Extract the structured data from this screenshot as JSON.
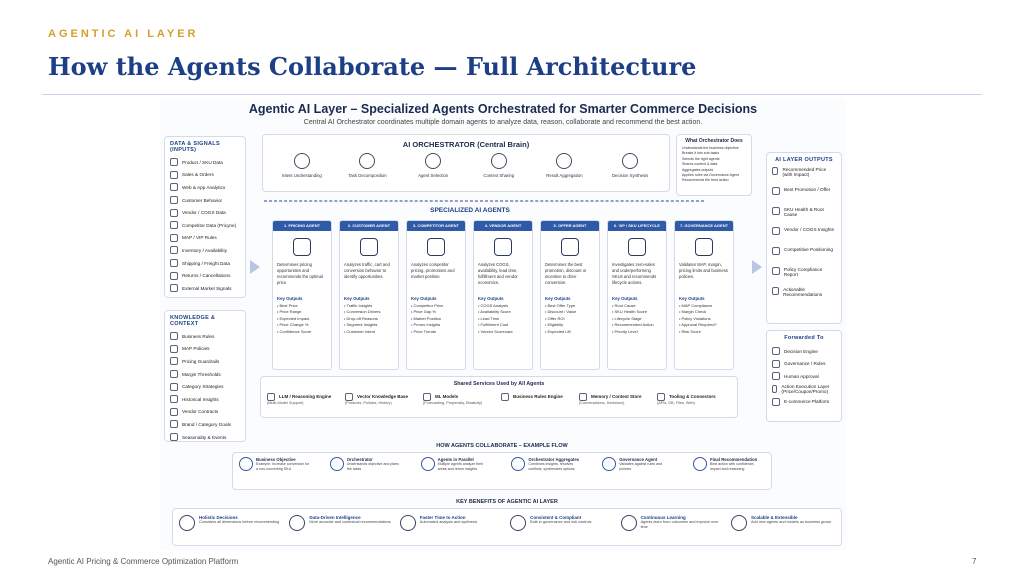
{
  "kicker": "AGENTIC AI LAYER",
  "title": "How the Agents Collaborate — Full Architecture",
  "footer": {
    "left": "Agentic AI Pricing & Commerce Optimization Platform",
    "page": "7"
  },
  "poster": {
    "title": "Agentic AI Layer – Specialized Agents Orchestrated for Smarter Commerce Decisions",
    "subtitle": "Central AI Orchestrator coordinates multiple domain agents to analyze data, reason, collaborate and recommend the best action.",
    "data_signals": {
      "heading": "DATA & SIGNALS (Inputs)",
      "items": [
        "Product / SKU Data",
        "Sales & Orders",
        "Web & App Analytics",
        "Customer Behavior",
        "Vendor / COGS Data",
        "Competitor Data (Pricyne)",
        "MAP / VIP Rules",
        "Inventory / Availability",
        "Shipping / Freight Data",
        "Returns / Cancellations",
        "External Market Signals"
      ]
    },
    "knowledge": {
      "heading": "KNOWLEDGE & CONTEXT",
      "items": [
        "Business Rules",
        "MAP Policies",
        "Pricing Guardrails",
        "Margin Thresholds",
        "Category Strategies",
        "Historical Insights",
        "Vendor Contracts",
        "Brand / Category Goals",
        "Seasonality & Events"
      ]
    },
    "orchestrator": {
      "heading": "AI ORCHESTRATOR (Central Brain)",
      "items": [
        "Intent Understanding",
        "Task Decomposition",
        "Agent Selection",
        "Context Sharing",
        "Result Aggregation",
        "Decision Synthesis"
      ]
    },
    "what_does": {
      "heading": "What Orchestrator Does",
      "items": [
        "Understands the business objective",
        "Breaks it into sub-tasks",
        "Selects the right agents",
        "Shares context & data",
        "Aggregates outputs",
        "Applies rules via Governance Agent",
        "Recommends the best action"
      ]
    },
    "specialized_heading": "SPECIALIZED AI AGENTS",
    "key_outputs_label": "Key Outputs",
    "agents": [
      {
        "name": "1. PRICING AGENT",
        "desc": "Determines pricing opportunities and recommends the optimal price.",
        "outputs": [
          "Best Price",
          "Price Range",
          "Expected Impact",
          "Price Change %",
          "Confidence Score"
        ]
      },
      {
        "name": "2. CUSTOMER AGENT",
        "desc": "Analyzes traffic, cart and conversion behavior to identify opportunities.",
        "outputs": [
          "Traffic Insights",
          "Conversion Drivers",
          "Drop-off Reasons",
          "Segment Insights",
          "Customer Intent"
        ]
      },
      {
        "name": "3. COMPETITOR AGENT",
        "desc": "Analyzes competitor pricing, promotions and market position.",
        "outputs": [
          "Competitor Price",
          "Price Gap %",
          "Market Position",
          "Promo Insights",
          "Price Trends"
        ]
      },
      {
        "name": "4. VENDOR AGENT",
        "desc": "Analyzes COGS, availability, lead time, fulfillment and vendor economics.",
        "outputs": [
          "COGS Analysis",
          "Availability Score",
          "Lead Time",
          "Fulfillment Cost",
          "Vendor Scorecard"
        ]
      },
      {
        "name": "5. OFFER AGENT",
        "desc": "Determines the best promotion, discount or incentive to drive conversion.",
        "outputs": [
          "Best Offer Type",
          "Discount / Value",
          "Offer ROI",
          "Eligibility",
          "Expected Lift"
        ]
      },
      {
        "name": "6. VIP / SKU LIFECYCLE AGENT",
        "desc": "Investigates zero-sales and underperforming SKUs and recommends lifecycle actions.",
        "outputs": [
          "Root Cause",
          "SKU Health Score",
          "Lifecycle Stage",
          "Recommended Action",
          "Priority Level"
        ]
      },
      {
        "name": "7. GOVERNANCE AGENT",
        "desc": "Validates MAP, margin, pricing limits and business policies.",
        "outputs": [
          "MAP Compliance",
          "Margin Check",
          "Policy Violations",
          "Approval Required?",
          "Risk Score"
        ]
      }
    ],
    "shared": {
      "heading": "Shared Services Used by All Agents",
      "items": [
        {
          "name": "LLM / Reasoning Engine",
          "sub": "(Multi-Model Support)"
        },
        {
          "name": "Vector Knowledge Base",
          "sub": "(Products, Policies, History)"
        },
        {
          "name": "ML Models",
          "sub": "(Forecasting, Propensity, Elasticity)"
        },
        {
          "name": "Business Rules Engine",
          "sub": ""
        },
        {
          "name": "Memory / Context Store",
          "sub": "(Conversations, Decisions)"
        },
        {
          "name": "Tooling & Connectors",
          "sub": "(APIs, DB, Files, Web)"
        }
      ]
    },
    "outputs": {
      "heading": "AI LAYER OUTPUTS",
      "items": [
        "Recommended Price (with Impact)",
        "Best Promotion / Offer",
        "SKU Health & Root Cause",
        "Vendor / COGS Insights",
        "Competitive Positioning",
        "Policy Compliance Report",
        "Actionable Recommendations"
      ]
    },
    "forwarded": {
      "heading": "Forwarded To",
      "items": [
        "Decision Engine",
        "Governance / Rules",
        "Human Approval",
        "Action Execution Layer (Price/Coupon/Promo)",
        "E-commerce Platform"
      ]
    },
    "flow": {
      "heading": "HOW AGENTS COLLABORATE – EXAMPLE FLOW",
      "steps": [
        {
          "title": "Business Objective",
          "desc": "Example: Increase conversion for a non-converting SKU"
        },
        {
          "title": "Orchestrator",
          "desc": "Understands objective and plans the tasks"
        },
        {
          "title": "Agents in Parallel",
          "desc": "Multiple agents analyze their areas and return insights"
        },
        {
          "title": "Orchestrator Aggregates",
          "desc": "Combines insights, resolves conflicts, synthesizes options"
        },
        {
          "title": "Governance Agent",
          "desc": "Validates against rules and policies"
        },
        {
          "title": "Final Recommendation",
          "desc": "Best action with confidence, impact and reasoning"
        }
      ]
    },
    "benefits": {
      "heading": "KEY BENEFITS OF AGENTIC AI LAYER",
      "items": [
        {
          "title": "Holistic Decisions",
          "desc": "Considers all dimensions before recommending"
        },
        {
          "title": "Data-Driven Intelligence",
          "desc": "More accurate and contextual recommendations"
        },
        {
          "title": "Faster Time to Action",
          "desc": "Automated analysis and synthesis"
        },
        {
          "title": "Consistent & Compliant",
          "desc": "Built-in governance and risk controls"
        },
        {
          "title": "Continuous Learning",
          "desc": "Agents learn from outcomes and improve over time"
        },
        {
          "title": "Scalable & Extensible",
          "desc": "Add new agents and models as business grows"
        }
      ]
    }
  }
}
